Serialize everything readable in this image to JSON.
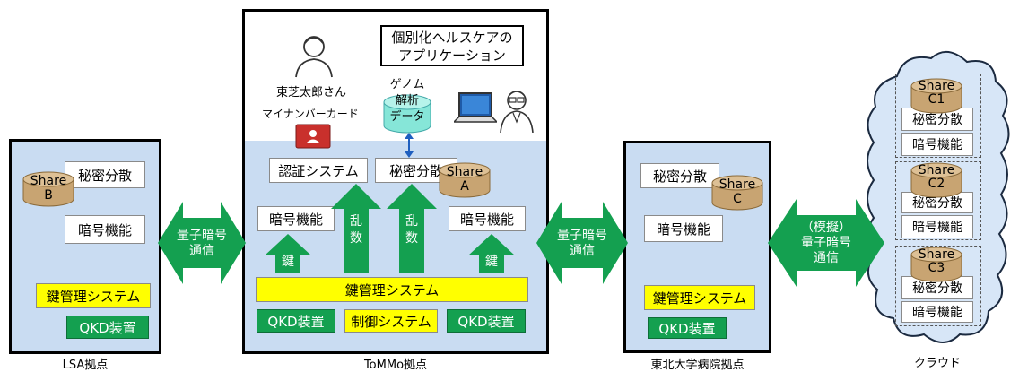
{
  "sites": {
    "lsa": {
      "caption": "LSA拠点",
      "share": [
        "Share",
        "B"
      ],
      "secret": "秘密分散",
      "crypto": "暗号機能",
      "kms": "鍵管理システム",
      "qkd": "QKD装置"
    },
    "tommo": {
      "caption": "ToMMo拠点",
      "app_box": [
        "個別化ヘルスケアの",
        "アプリケーション"
      ],
      "person_name": "東芝太郎さん",
      "card_label": "マイナンバーカード",
      "genome": [
        "ゲノム",
        "解析",
        "データ"
      ],
      "auth": "認証システム",
      "secret": "秘密分散",
      "share": [
        "Share",
        "A"
      ],
      "crypto_left": "暗号機能",
      "crypto_right": "暗号機能",
      "random_1": [
        "乱",
        "数"
      ],
      "random_2": [
        "乱",
        "数"
      ],
      "key_left": "鍵",
      "key_right": "鍵",
      "kms": "鍵管理システム",
      "qkd_left": "QKD装置",
      "control": "制御システム",
      "qkd_right": "QKD装置"
    },
    "tohoku": {
      "caption": "東北大学病院拠点",
      "secret": "秘密分散",
      "share": [
        "Share",
        "C"
      ],
      "crypto": "暗号機能",
      "kms": "鍵管理システム",
      "qkd": "QKD装置"
    },
    "cloud": {
      "caption": "クラウド",
      "nodes": [
        {
          "share": [
            "Share",
            "C1"
          ],
          "secret": "秘密分散",
          "crypto": "暗号機能"
        },
        {
          "share": [
            "Share",
            "C2"
          ],
          "secret": "秘密分散",
          "crypto": "暗号機能"
        },
        {
          "share": [
            "Share",
            "C3"
          ],
          "secret": "秘密分散",
          "crypto": "暗号機能"
        }
      ]
    }
  },
  "links": {
    "lsa_tommo": [
      "量子暗号",
      "通信"
    ],
    "tommo_tohoku": [
      "量子暗号",
      "通信"
    ],
    "tohoku_cloud": [
      "（模擬）",
      "量子暗号",
      "通信"
    ]
  },
  "colors": {
    "green": "#14a050",
    "blue_bg": "#c9dcf2",
    "yellow": "#ffff00",
    "cylinder": "#c8a472",
    "genome": "#86e6d8",
    "card": "#c9302c"
  }
}
